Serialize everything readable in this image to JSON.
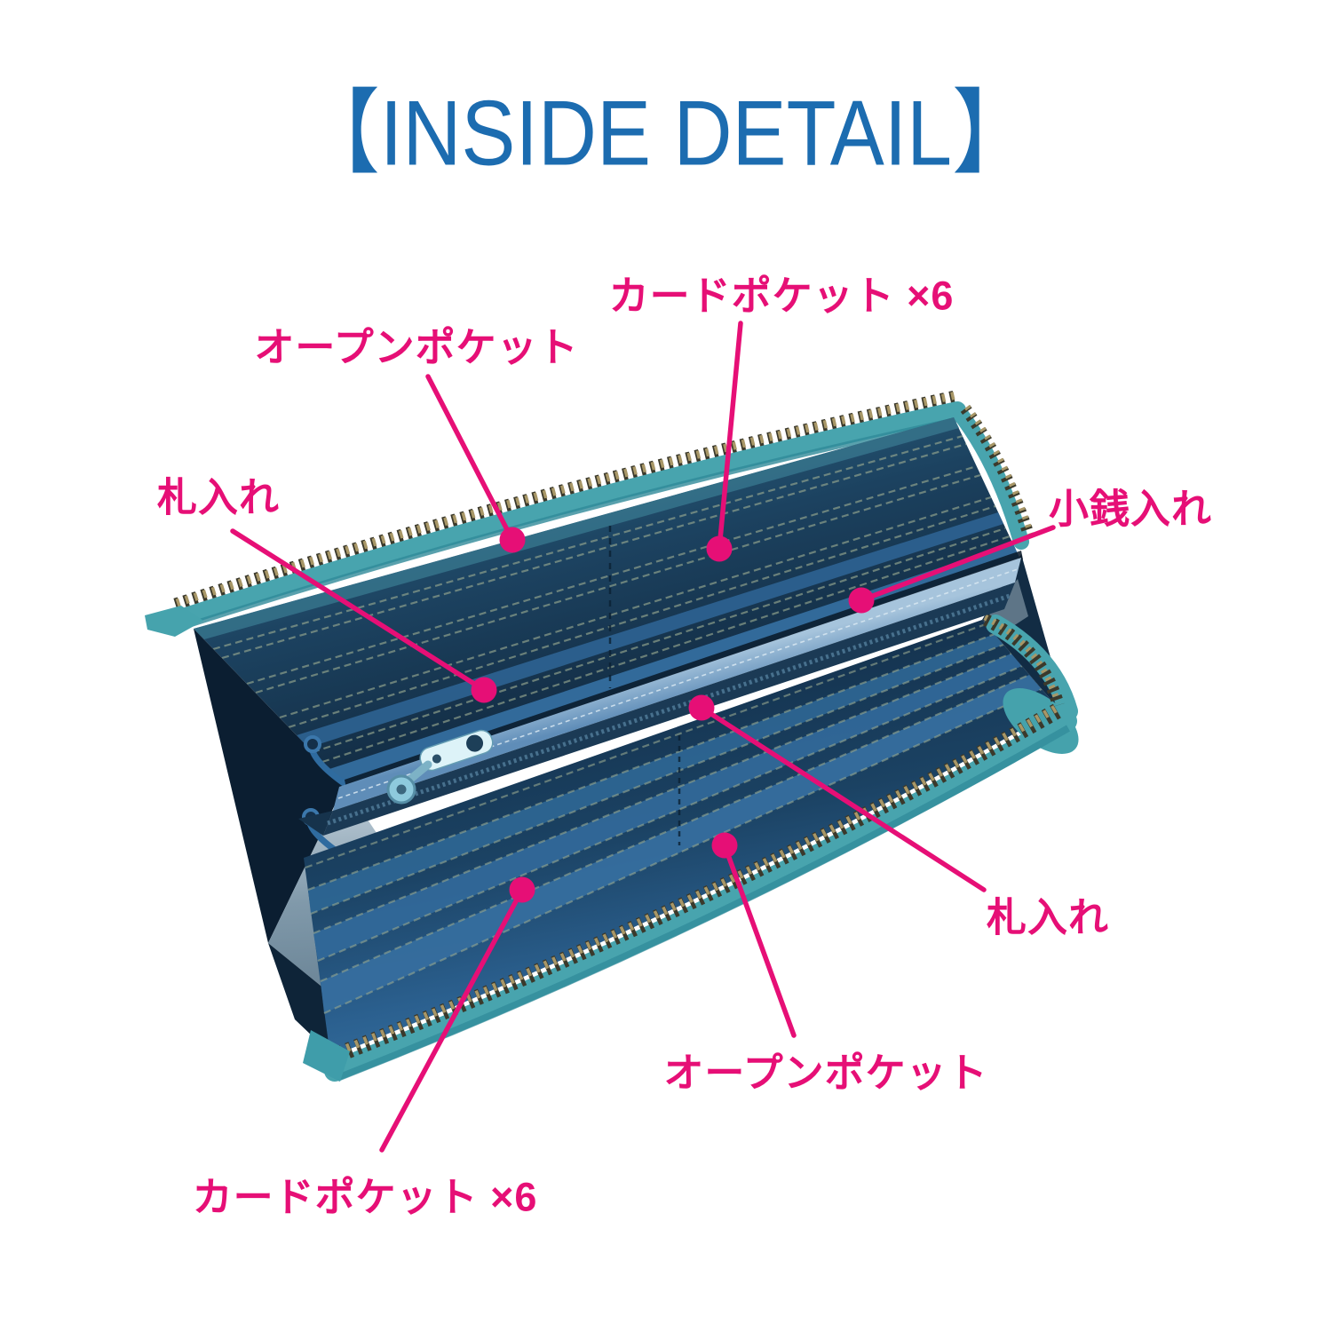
{
  "title": "【INSIDE DETAIL】",
  "labels": {
    "card_top": {
      "text": "カードポケット ×6"
    },
    "open_top": {
      "text": "オープンポケット"
    },
    "bill_left": {
      "text": "札入れ"
    },
    "coin": {
      "text": "小銭入れ"
    },
    "bill_right": {
      "text": "札入れ"
    },
    "open_bottom": {
      "text": "オープンポケット"
    },
    "card_bottom": {
      "text": "カードポケット ×6"
    }
  },
  "colors": {
    "title_blue": "#1c6cb0",
    "label_pink": "#e60f76",
    "exterior_teal": "#48a4ae",
    "interior_navy": "#16344e",
    "card_slot_blue": "#32699a",
    "zipper_teeth_gold": "#a89767",
    "coin_zipper_pull_blue": "#8ecadd"
  }
}
